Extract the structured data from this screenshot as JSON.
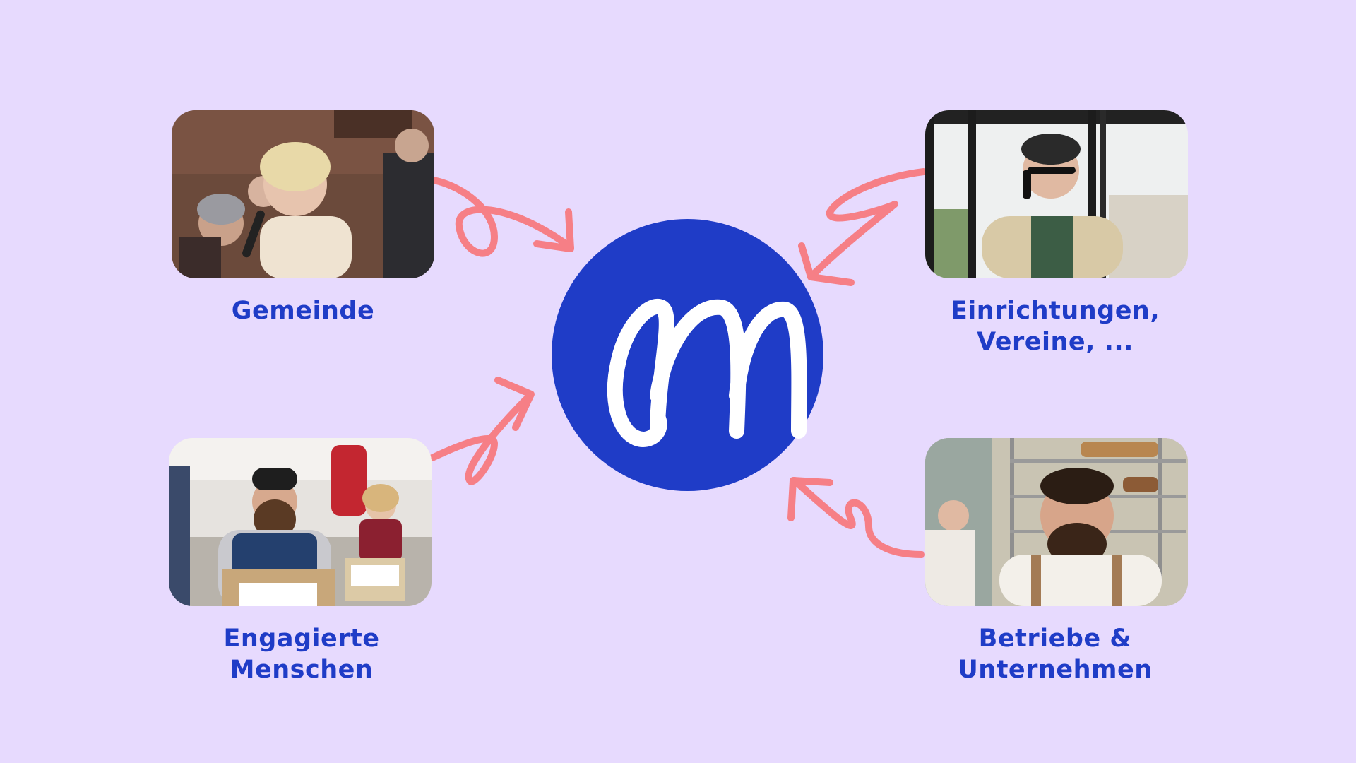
{
  "colors": {
    "background": "#e7dafe",
    "accent_blue": "#1f3cc7",
    "arrow_pink": "#f67f86"
  },
  "center": {
    "logo_letter": "m",
    "logo_icon": "brand-m-logo-icon"
  },
  "nodes": [
    {
      "id": "gemeinde",
      "label_lines": [
        "Gemeinde"
      ],
      "photo": "photo-woman-speaking-into-microphone"
    },
    {
      "id": "einrichtungen",
      "label_lines": [
        "Einrichtungen,",
        "Vereine, ..."
      ],
      "photo": "photo-man-on-phone-by-window"
    },
    {
      "id": "engagierte",
      "label_lines": [
        "Engagierte",
        "Menschen"
      ],
      "photo": "photo-volunteers-carrying-donation-boxes"
    },
    {
      "id": "betriebe",
      "label_lines": [
        "Betriebe &",
        "Unternehmen"
      ],
      "photo": "photo-smiling-baker-in-bakery"
    }
  ]
}
